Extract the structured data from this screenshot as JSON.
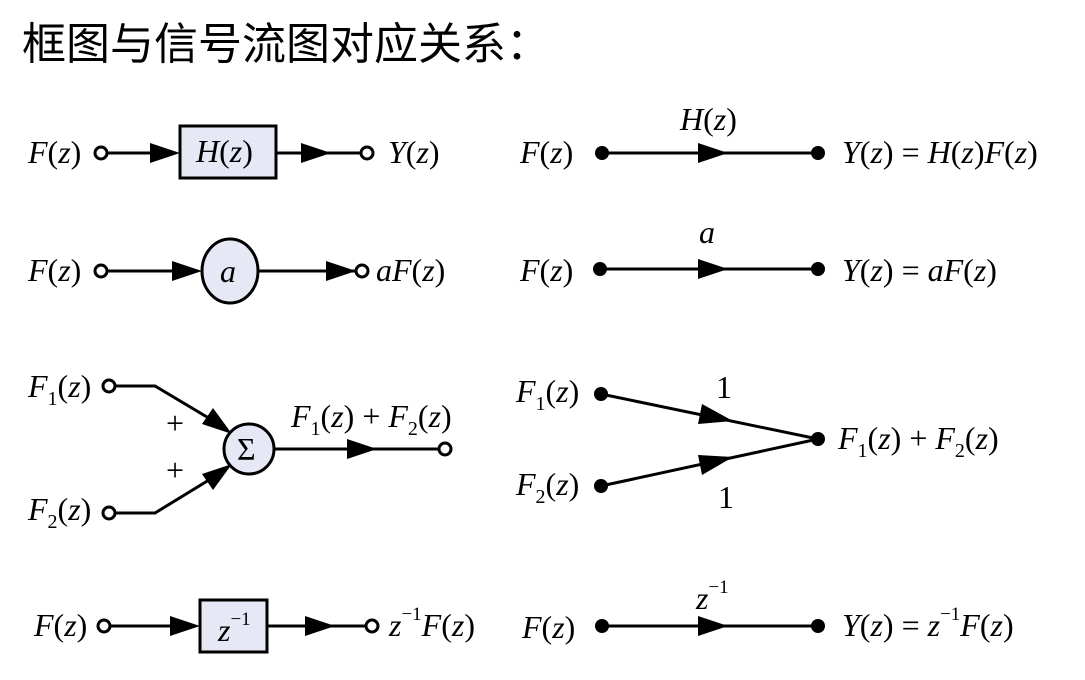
{
  "title": "框图与信号流图对应关系：",
  "rows": [
    {
      "block_input": "F(z)",
      "block_element": "H(z)",
      "block_output": "Y(z)",
      "sfg_input": "F(z)",
      "sfg_gain": "H(z)",
      "sfg_output": "Y(z) = H(z)F(z)"
    },
    {
      "block_input": "F(z)",
      "block_element": "a",
      "block_output": "aF(z)",
      "sfg_input": "F(z)",
      "sfg_gain": "a",
      "sfg_output": "Y(z) = aF(z)"
    },
    {
      "block_input_1": "F1(z)",
      "block_input_2": "F2(z)",
      "block_sign_1": "+",
      "block_sign_2": "+",
      "block_element": "Σ",
      "block_output": "F1(z) + F2(z)",
      "sfg_input_1": "F1(z)",
      "sfg_input_2": "F2(z)",
      "sfg_gain_1": "1",
      "sfg_gain_2": "1",
      "sfg_output": "F1(z) + F2(z)"
    },
    {
      "block_input": "F(z)",
      "block_element": "z^-1",
      "block_output": "z^-1 F(z)",
      "sfg_input": "F(z)",
      "sfg_gain": "z^-1",
      "sfg_output": "Y(z) = z^-1 F(z)"
    }
  ]
}
